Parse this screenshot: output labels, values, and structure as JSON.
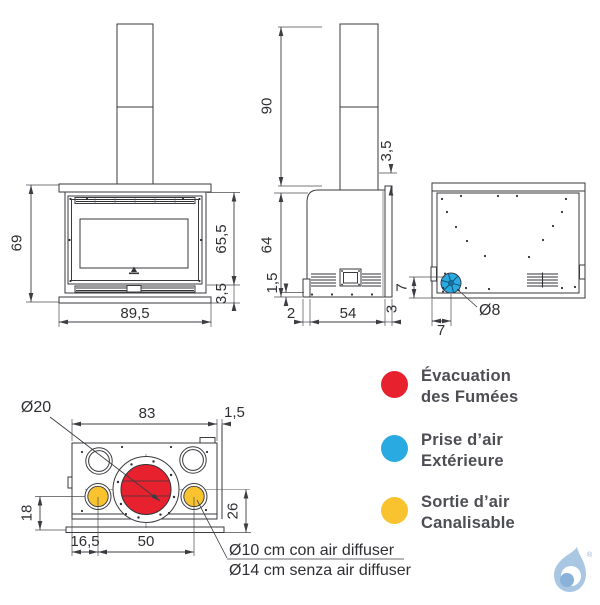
{
  "front_view": {
    "overall_height": "69",
    "overall_width": "89,5",
    "body_height": "65,5",
    "plinth_height": "3,5"
  },
  "side_view": {
    "flue_pipe_height": "90",
    "body_height": "64",
    "foot_height": "1,5",
    "flue_rear_gap": "3,5",
    "front_offset": "2",
    "depth": "54",
    "rear_offset": "3"
  },
  "back_view": {
    "air_inlet_offset_vertical": "7",
    "air_inlet_offset_horizontal": "7",
    "air_inlet_diameter": "Ø8"
  },
  "top_view": {
    "body_width": "83",
    "rear_panel_thickness": "1,5",
    "duct_front_offset": "18",
    "flue_front_offset": "26",
    "duct_left_offset": "16,5",
    "duct_spacing": "50",
    "flue_diameter": "Ø20",
    "note_line1": "Ø10 cm con air diffuser",
    "note_line2": "Ø14 cm senza air diffuser"
  },
  "legend": {
    "items": [
      {
        "color": "#E8212E",
        "line1": "Évacuation",
        "line2": "des Fumées"
      },
      {
        "color": "#29ABE2",
        "line1": "Prise d’air",
        "line2": "Extérieure"
      },
      {
        "color": "#F9C330",
        "line1": "Sortie d’air",
        "line2": "Canalisable"
      }
    ]
  },
  "colors": {
    "flue_red": "#E8212E",
    "air_blue": "#29ABE2",
    "duct_yellow": "#F9C330",
    "logo_blue": "#A9C7E3",
    "logo_blue_dark": "#8AB2D8"
  },
  "logo": {
    "registered_mark": "®"
  }
}
